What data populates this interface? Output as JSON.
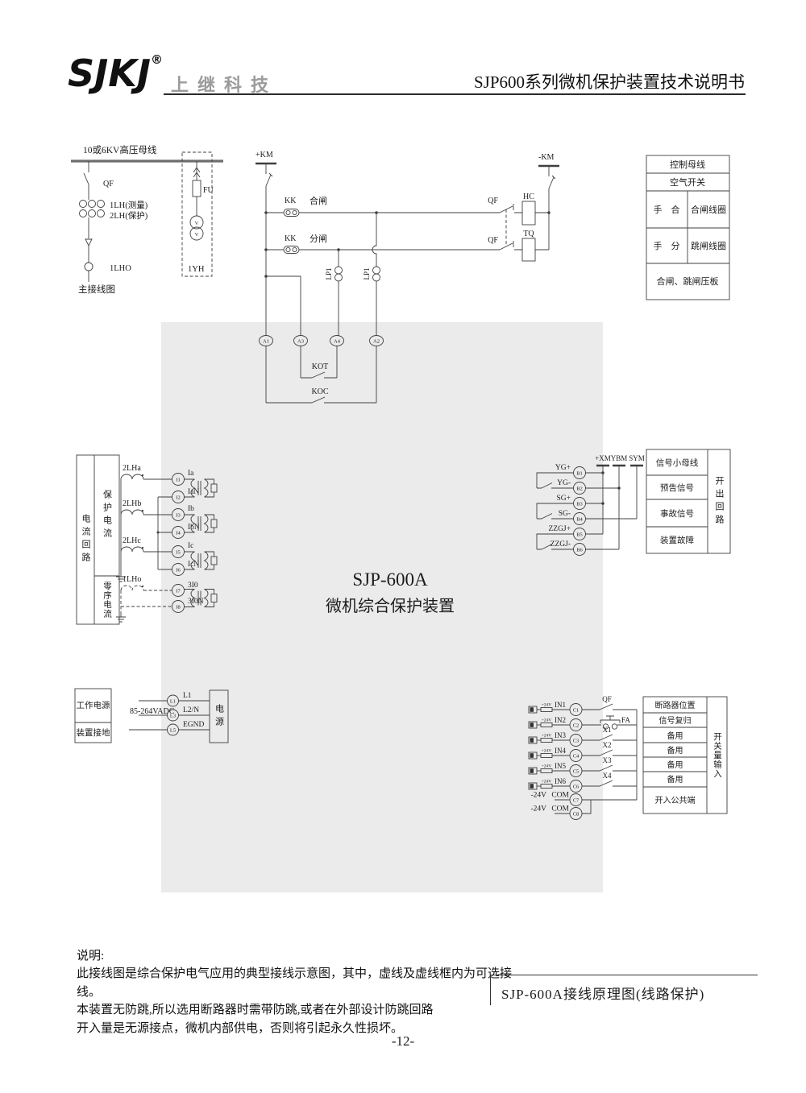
{
  "colors": {
    "line": "#3f3f3f",
    "panel": "#ebebeb",
    "logo_gray": "#9b9b9b",
    "bus": "#6e6e6e"
  },
  "header": {
    "logo": "SJKJ",
    "reg": "®",
    "company": "上继科技",
    "doc_title": "SJP600系列微机保护装置技术说明书"
  },
  "main_diagram": {
    "bus": "10或6KV高压母线",
    "qf": "QF",
    "ct_meas": "1LH(测量)",
    "ct_prot": "2LH(保护)",
    "ct_zero": "1LHO",
    "fuse": "FU",
    "pt": "1YH",
    "pt_v": "V",
    "caption": "主接线图"
  },
  "control": {
    "km_pos": "+KM",
    "km_neg": "-KM",
    "kk": "KK",
    "close": "合闸",
    "open": "分闸",
    "lp": "LP1",
    "terminals": [
      "A1",
      "A3",
      "A4",
      "A2"
    ],
    "kot": "KOT",
    "koc": "KOC",
    "qf": "QF",
    "hc": "HC",
    "tq": "TQ"
  },
  "control_table": {
    "r1": "控制母线",
    "r2": "空气开关",
    "r3a": "手　合",
    "r3b": "合闸线圈",
    "r4a": "手　分",
    "r4b": "跳闸线圈",
    "r5": "合闸、跳闸压板"
  },
  "device": {
    "model": "SJP-600A",
    "name": "微机综合保护装置"
  },
  "current": {
    "col_loop": "电流回路",
    "col_prot": "保护电流",
    "col_zero": "零序电流",
    "cts": [
      "2LHa",
      "2LHb",
      "2LHc",
      "1LHo"
    ],
    "terminals": [
      "I1",
      "I2",
      "I3",
      "I4",
      "I5",
      "I6",
      "I7",
      "I8"
    ],
    "signals": [
      "Ia",
      "IaN",
      "Ib",
      "IbN",
      "Ic",
      "IcN",
      "3I0",
      "3I0N"
    ]
  },
  "signal": {
    "labels": [
      "YG+",
      "YG-",
      "SG+",
      "SG-",
      "ZZGJ+",
      "ZZGJ-"
    ],
    "terminals": [
      "B1",
      "B2",
      "B3",
      "B4",
      "B5",
      "B6"
    ],
    "buses": [
      "+XM",
      "YBM",
      "SYM"
    ],
    "table": [
      "信号小母线",
      "预告信号",
      "事故信号",
      "装置故障"
    ],
    "side": "开出回路"
  },
  "power": {
    "t1": "工作电源",
    "t2": "装置接地",
    "voltage": "85-264VADC",
    "terminals": [
      "L1",
      "L3",
      "L5"
    ],
    "labels": [
      "L1",
      "L2/N",
      "EGND"
    ],
    "box": "电源"
  },
  "inputs": {
    "v24": "+24V",
    "com_v": "-24V",
    "com": "COM",
    "labels": [
      "IN1",
      "IN2",
      "IN3",
      "IN4",
      "IN5",
      "IN6"
    ],
    "terminals": [
      "C1",
      "C2",
      "C3",
      "C4",
      "C5",
      "C6",
      "C7",
      "C8"
    ],
    "contacts": [
      "QF",
      "FA",
      "X1",
      "X2",
      "X3",
      "X4"
    ],
    "table": [
      "断路器位置",
      "信号复归",
      "备用",
      "备用",
      "备用",
      "备用",
      "开入公共端"
    ],
    "side": "开关量输入"
  },
  "notes": {
    "title": "说明:",
    "lines": [
      "此接线图是综合保护电气应用的典型接线示意图，其中，虚线及虚线框内为可选接线。",
      "本装置无防跳,所以选用断路器时需带防跳,或者在外部设计防跳回路",
      "开入量是无源接点，微机内部供电，否则将引起永久性损坏。"
    ]
  },
  "footer": {
    "figure": "SJP-600A接线原理图(线路保护)",
    "page": "-12-"
  }
}
